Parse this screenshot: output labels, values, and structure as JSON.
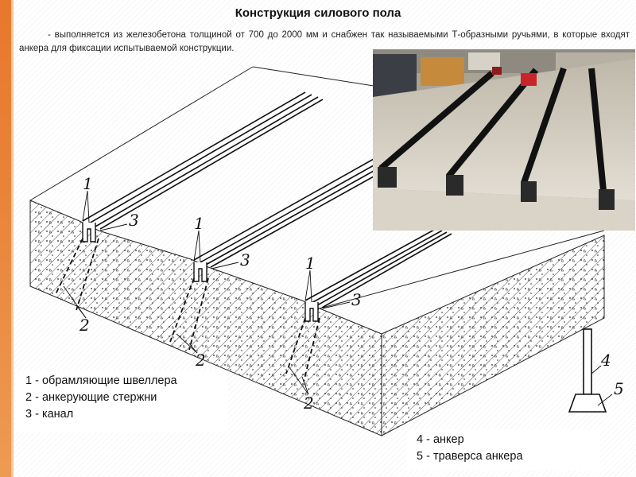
{
  "slide": {
    "title": "Конструкция силового пола",
    "description": "- выполняется из железобетона толщиной от 700 до 2000 мм и снабжен так называемыми Т-образными ручьями, в которые входят анкера для фиксации испытываемой конструкции."
  },
  "diagram": {
    "labels": {
      "n1a": "1",
      "n1b": "1",
      "n1c": "1",
      "n2a": "2",
      "n2b": "2",
      "n2c": "2",
      "n3a": "3",
      "n3b": "3",
      "n3c": "3",
      "n4": "4",
      "n5": "5"
    }
  },
  "legend_left": [
    "1 - обрамляющие швеллера",
    "2 - анкерующие стержни",
    "3 - канал"
  ],
  "legend_right": [
    "4 - анкер",
    "5 - траверса анкера"
  ],
  "colors": {
    "accent": "#e7782d",
    "slot_black": "#111111",
    "floor": "#cfc9bd"
  }
}
